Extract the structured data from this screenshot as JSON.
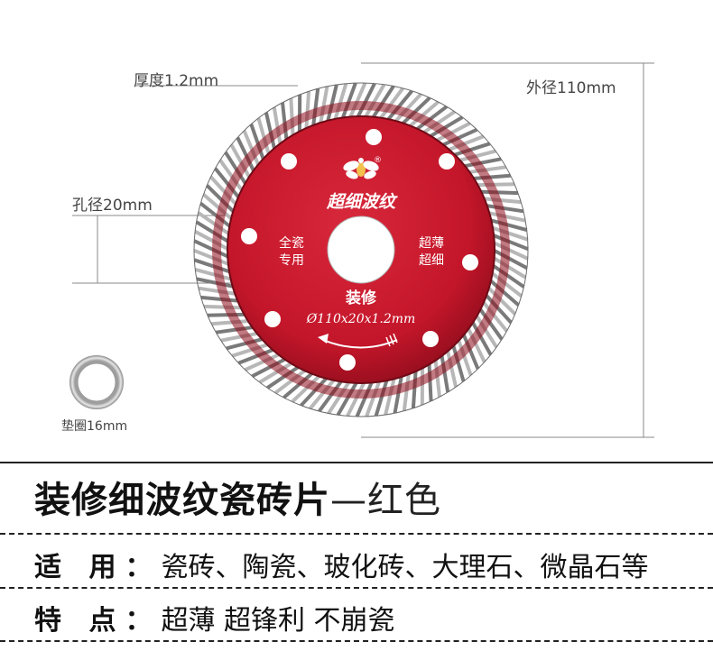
{
  "dimensions": {
    "thickness": "厚度1.2mm",
    "outer_diameter": "外径110mm",
    "bore": "孔径20mm",
    "washer": "垫圈16mm"
  },
  "blade": {
    "name": "超细波纹",
    "left_text": [
      "全瓷",
      "专用"
    ],
    "right_text": [
      "超薄",
      "超细"
    ],
    "usage": "装修",
    "spec": "Ø110x20x1.2mm",
    "logo_mark": "®",
    "colors": {
      "body": "#c4162a",
      "body_dark": "#8e0d1c",
      "teeth": "#b7b7b7",
      "teeth_dark": "#7a7a7a",
      "text": "#ffffff"
    }
  },
  "title": {
    "main": "装修细波纹瓷砖片",
    "suffix": "—红色"
  },
  "specs": [
    {
      "key": "适 用：",
      "value": "瓷砖、陶瓷、玻化砖、大理石、微晶石等"
    },
    {
      "key": "特 点：",
      "value": "超薄 超锋利 不崩瓷"
    }
  ]
}
